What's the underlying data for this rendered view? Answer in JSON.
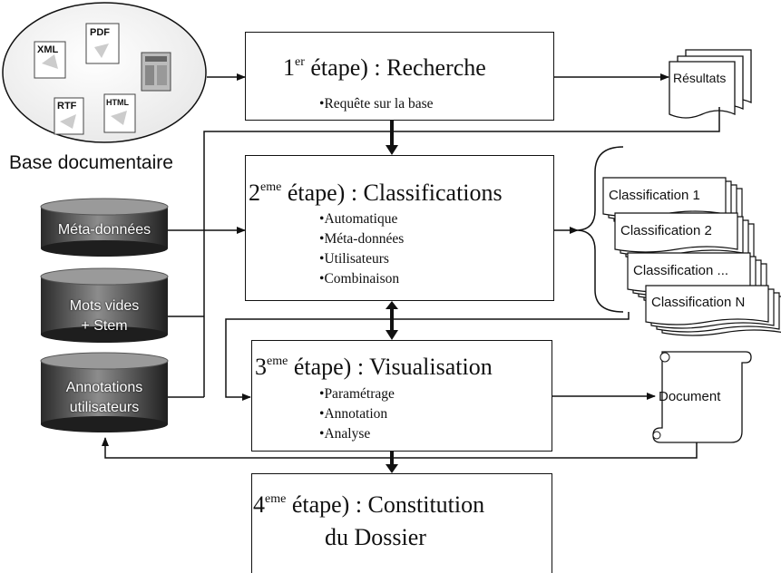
{
  "base": {
    "label": "Base documentaire",
    "file_icons": [
      "XML",
      "PDF",
      "RTF",
      "HTML"
    ]
  },
  "databases": [
    {
      "lines": [
        "Méta-données"
      ]
    },
    {
      "lines": [
        "Mots vides",
        "+ Stem"
      ]
    },
    {
      "lines": [
        "Annotations",
        "utilisateurs"
      ]
    }
  ],
  "steps": [
    {
      "num": "1",
      "sup": "er",
      "title": " étape) : Recherche",
      "bullets": [
        "Requête sur la base"
      ]
    },
    {
      "num": "2",
      "sup": "eme",
      "title": " étape) : Classifications",
      "bullets": [
        "Automatique",
        "Méta-données",
        "Utilisateurs",
        "Combinaison"
      ]
    },
    {
      "num": "3",
      "sup": "eme",
      "title": " étape) : Visualisation",
      "bullets": [
        "Paramétrage",
        "Annotation",
        "Analyse"
      ]
    },
    {
      "num": "4",
      "sup": "eme",
      "title": " étape) : Constitution",
      "title2": "du Dossier"
    }
  ],
  "outputs": {
    "results": "Résultats",
    "classifications": [
      "Classification 1",
      "Classification 2",
      "Classification ...",
      "Classification N"
    ],
    "document": "Document"
  },
  "colors": {
    "line": "#111111",
    "cylinder_dark": "#1a1a1a",
    "cylinder_light": "#9a9a9a"
  }
}
